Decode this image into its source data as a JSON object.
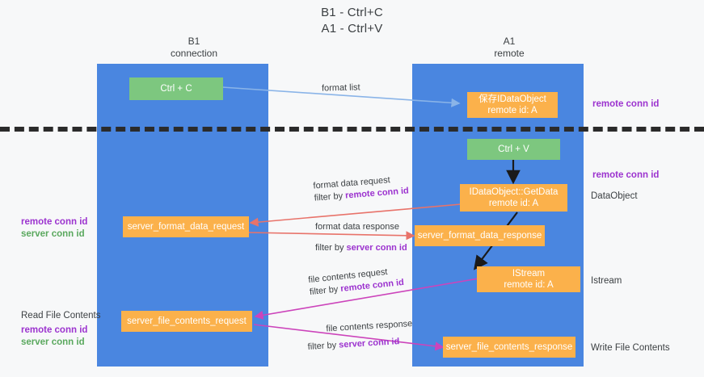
{
  "title": {
    "line1": "B1 - Ctrl+C",
    "line2": "A1 - Ctrl+V"
  },
  "columns": {
    "left": {
      "name": "B1",
      "role": "connection"
    },
    "right": {
      "name": "A1",
      "role": "remote"
    }
  },
  "boxes": {
    "ctrl_c": {
      "line1": "Ctrl + C",
      "line2": "",
      "color": "#7dc77f"
    },
    "idataobject_remote": {
      "line1": "保存IDataObject",
      "line2": "remote id: A",
      "color": "#fbb14b"
    },
    "ctrl_v": {
      "line1": "Ctrl + V",
      "line2": "",
      "color": "#7dc77f"
    },
    "getdata": {
      "line1": "IDataObject::GetData",
      "line2": "remote id: A",
      "color": "#fbb14b"
    },
    "server_format_data_request": {
      "line1": "server_format_data_request",
      "line2": "",
      "color": "#fbb14b"
    },
    "server_format_data_response": {
      "line1": "server_format_data_response",
      "line2": "",
      "color": "#fbb14b"
    },
    "istream": {
      "line1": "IStream",
      "line2": "remote id: A",
      "color": "#fbb14b"
    },
    "server_file_contents_request": {
      "line1": "server_file_contents_request",
      "line2": "",
      "color": "#fbb14b"
    },
    "server_file_contents_response": {
      "line1": "server_file_contents_response",
      "line2": "",
      "color": "#fbb14b"
    }
  },
  "edge_labels": {
    "format_list": "format list",
    "format_data_request": "format data request",
    "format_data_request_filter_prefix": "filter by ",
    "format_data_request_filter_key": "remote conn id",
    "format_data_response": "format data response",
    "format_data_response_filter_prefix": "filter by ",
    "format_data_response_filter_key": "server conn id",
    "file_contents_request": "file contents request",
    "file_contents_request_filter_prefix": "filter by ",
    "file_contents_request_filter_key": "remote conn id",
    "file_contents_response": "file contents response",
    "file_contents_response_filter_prefix": "filter by ",
    "file_contents_response_filter_key": "server conn id"
  },
  "side_labels": {
    "left_mid_remote": "remote conn id",
    "left_mid_server": "server conn id",
    "left_read_file_contents": "Read File Contents",
    "left_bot_remote": "remote conn id",
    "left_bot_server": "server conn id",
    "right_top_remote": "remote conn id",
    "right_mid_remote": "remote conn id",
    "right_dataobject": "DataObject",
    "right_istream": "Istream",
    "right_write_file_contents": "Write File Contents"
  },
  "colors": {
    "lane": "#4a86e0",
    "green_box": "#7dc77f",
    "orange_box": "#fbb14b",
    "purple_text": "#9c33cf",
    "green_text": "#5aa85e",
    "arrow_lightblue": "#8ab4e8",
    "arrow_red": "#e8736a",
    "arrow_magenta": "#cc44bb",
    "arrow_black": "#1a1a1a",
    "separator": "#2b2b2b"
  }
}
